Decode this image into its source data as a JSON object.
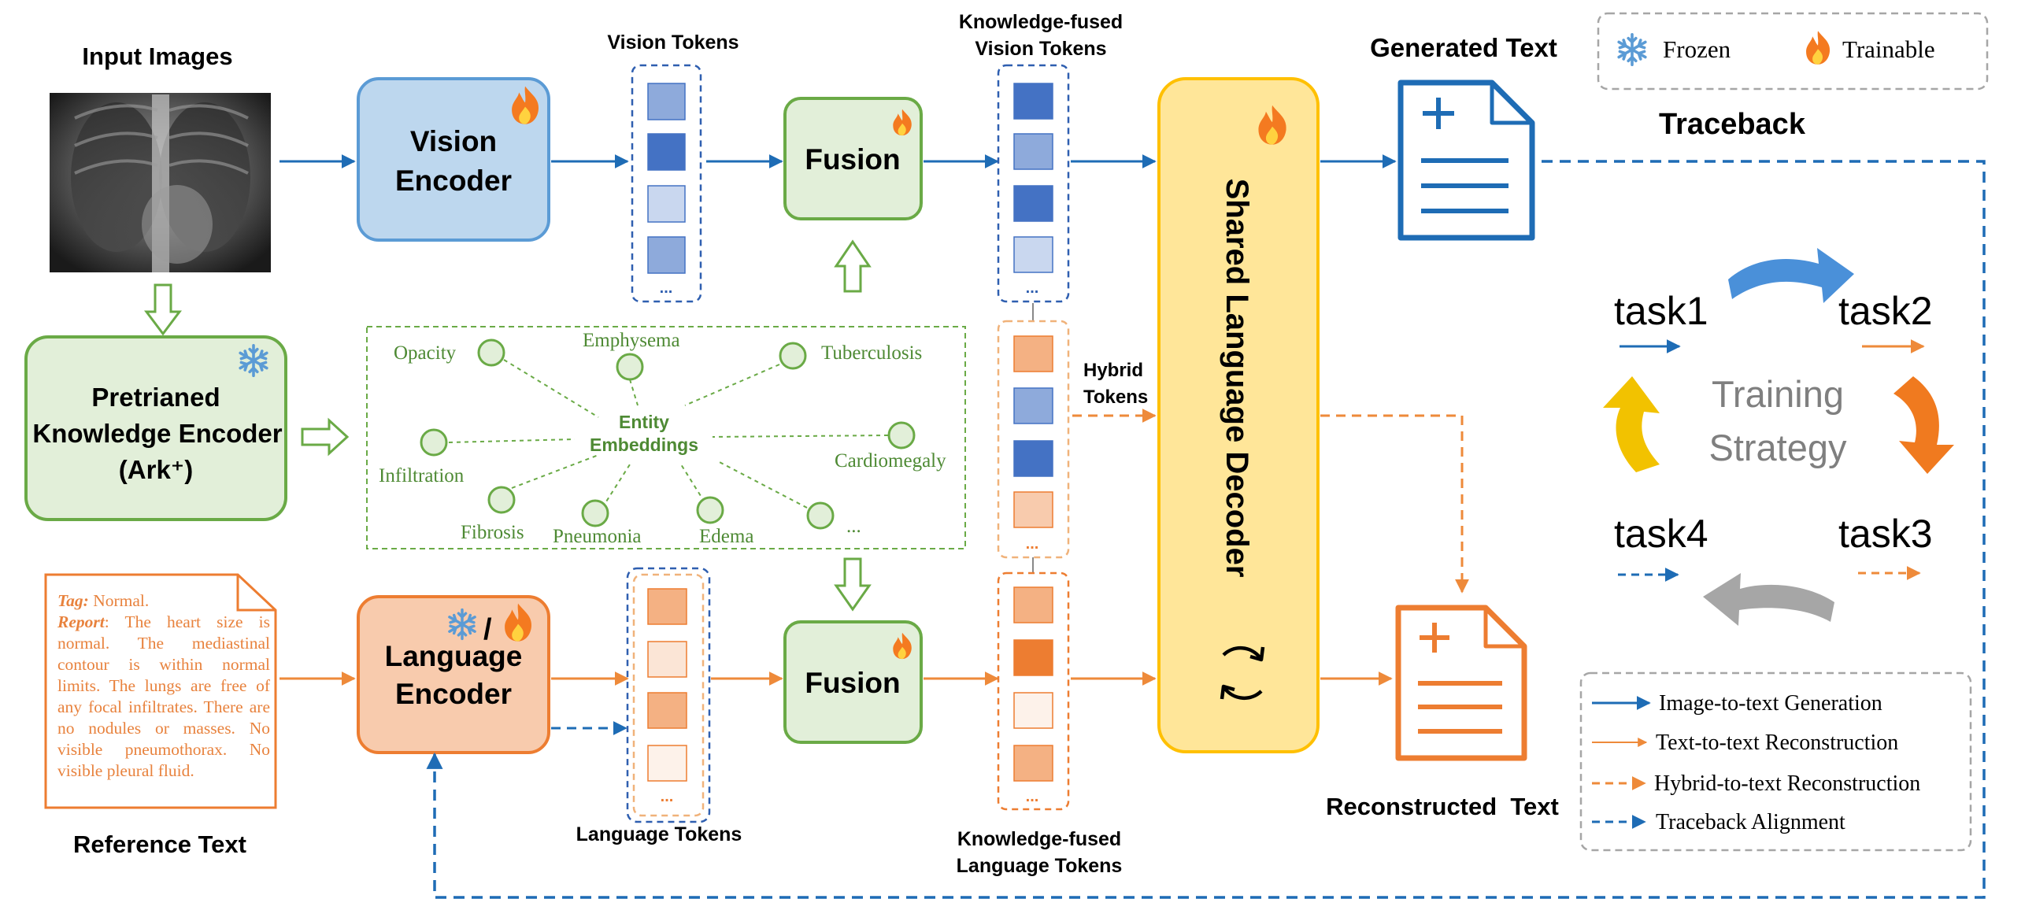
{
  "labels": {
    "input_images": "Input Images",
    "vision_encoder": [
      "Vision",
      "Encoder"
    ],
    "vision_tokens": "Vision Tokens",
    "fusion": "Fusion",
    "kf_vision_tokens": [
      "Knowledge-fused",
      "Vision Tokens"
    ],
    "shared_decoder": "Shared Language Decoder",
    "generated_text": "Generated Text",
    "traceback": "Traceback",
    "pretrained_encoder": [
      "Pretrianed",
      "Knowledge Encoder",
      "(Ark⁺)"
    ],
    "entity_embeddings": [
      "Entity",
      "Embeddings"
    ],
    "hybrid_tokens": [
      "Hybrid",
      "Tokens"
    ],
    "language_encoder": [
      "Language",
      "Encoder"
    ],
    "language_tokens": "Language Tokens",
    "kf_language_tokens": [
      "Knowledge-fused",
      "Language Tokens"
    ],
    "reconstructed_text": "Reconstructed  Text",
    "reference_text": "Reference Text",
    "slash": "/",
    "ellipsis": "..."
  },
  "report": {
    "tag_label": "Tag:",
    "tag_value": " Normal.",
    "report_label": "Report",
    "report_value": ": The heart size is normal. The mediastinal contour is within normal limits. The lungs are free of any focal infiltrates. There are no nodules or masses. No visible pneumothorax. No visible pleural fluid."
  },
  "entities": [
    "Opacity",
    "Emphysema",
    "Tuberculosis",
    "Infiltration",
    "Cardiomegaly",
    "Fibrosis",
    "Pneumonia",
    "Edema",
    "..."
  ],
  "legend_top": {
    "frozen": "Frozen",
    "trainable": "Trainable"
  },
  "training": {
    "title": [
      "Training",
      "Strategy"
    ],
    "tasks": [
      "task1",
      "task2",
      "task3",
      "task4"
    ]
  },
  "legend": [
    {
      "label": "Image-to-text Generation",
      "color": "#1e6cb5",
      "dashed": false
    },
    {
      "label": "Text-to-text Reconstruction",
      "color": "#ee8a3a",
      "dashed": false
    },
    {
      "label": "Hybrid-to-text Reconstruction",
      "color": "#ee8a3a",
      "dashed": true
    },
    {
      "label": "Traceback Alignment",
      "color": "#1e6cb5",
      "dashed": true
    }
  ],
  "colors": {
    "blue": "#1e6cb5",
    "orange": "#ee8a3a",
    "green_fill": "#e2efd9",
    "green_stroke": "#6aaa46",
    "vision_fill": "#bdd7ee",
    "vision_stroke": "#5b9bd5",
    "lang_fill": "#f8cbad",
    "decoder_fill": "#ffe699",
    "decoder_stroke": "#ffc000",
    "entity_text": "#4e8a34"
  },
  "icons": [
    "xray-image",
    "fire-icon",
    "snowflake-icon",
    "document-icon",
    "refresh-icon",
    "cycle-arrow-icon"
  ]
}
